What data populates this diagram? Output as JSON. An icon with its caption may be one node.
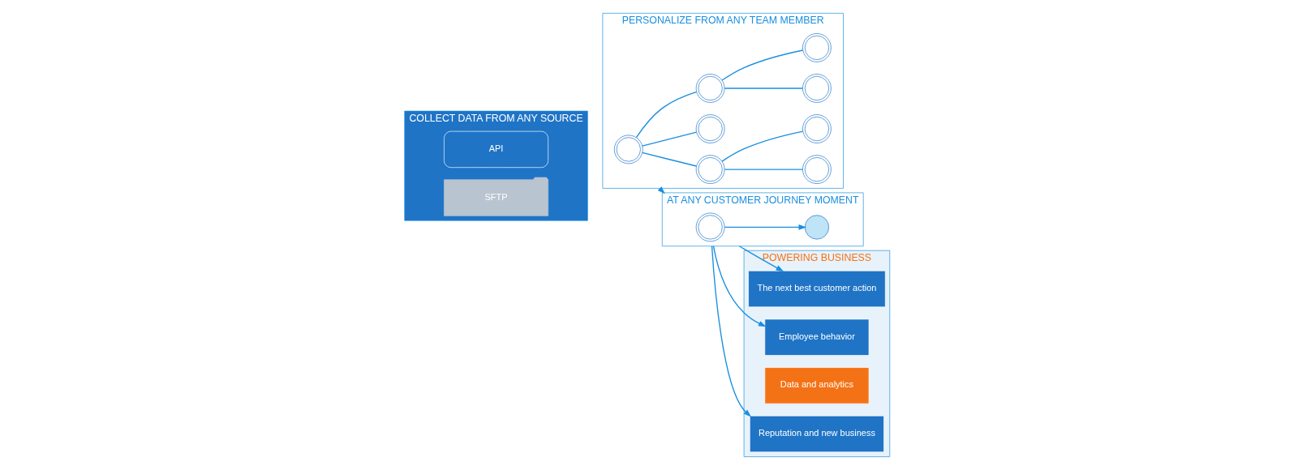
{
  "diagram": {
    "nodes": [
      {
        "text": [
          "COLLECT DATA FROM ANY SOURCE"
        ]
      },
      {
        "text": [
          "API"
        ],
        "in": 0
      },
      {
        "text": [
          "SFTP"
        ],
        "in": 0
      },
      {
        "text": [
          "PERSONALIZE FROM ANY TEAM MEMBER"
        ]
      },
      {
        "text": [],
        "shape": "person",
        "in": 3
      },
      {
        "text": [],
        "shape": "person",
        "in": 3
      },
      {
        "text": [],
        "shape": "person",
        "in": 3
      },
      {
        "text": [],
        "shape": "person",
        "in": 3
      },
      {
        "text": [],
        "shape": "person",
        "in": 3
      },
      {
        "text": [],
        "shape": "person",
        "in": 3
      },
      {
        "text": [],
        "shape": "person",
        "in": 3
      },
      {
        "text": [],
        "shape": "person",
        "in": 3
      },
      {
        "text": [
          "AT ANY CUSTOMER JOURNEY MOMENT"
        ]
      },
      {
        "text": [],
        "shape": "person",
        "in": 12
      },
      {
        "text": [],
        "shape": "circle",
        "in": 12
      },
      {
        "text": [
          "POWERING BUSINESS"
        ]
      },
      {
        "text": [
          "The next best customer action"
        ],
        "in": 15
      },
      {
        "text": [
          "Employee behavior"
        ],
        "in": 15
      },
      {
        "text": [
          "Data and analytics"
        ],
        "in": 15
      },
      {
        "text": [
          "Reputation and new business"
        ],
        "in": 15
      }
    ],
    "edges": [
      {
        "from": 4,
        "to": 5,
        "arrow": "none"
      },
      {
        "from": 4,
        "to": 6,
        "arrow": "none"
      },
      {
        "from": 4,
        "to": 7,
        "arrow": "none"
      },
      {
        "from": 5,
        "to": 8,
        "arrow": "none"
      },
      {
        "from": 5,
        "to": 9,
        "arrow": "none"
      },
      {
        "from": 7,
        "to": 10,
        "arrow": "none"
      },
      {
        "from": 7,
        "to": 11,
        "arrow": "none"
      },
      {
        "from": 3,
        "to": 12,
        "arrow": "to"
      },
      {
        "from": 13,
        "to": 14,
        "arrow": "to"
      },
      {
        "from": 12,
        "to": 16,
        "arrow": "to"
      },
      {
        "from": 12,
        "to": 17,
        "arrow": "to"
      },
      {
        "from": 12,
        "to": 19,
        "arrow": "to"
      }
    ]
  }
}
